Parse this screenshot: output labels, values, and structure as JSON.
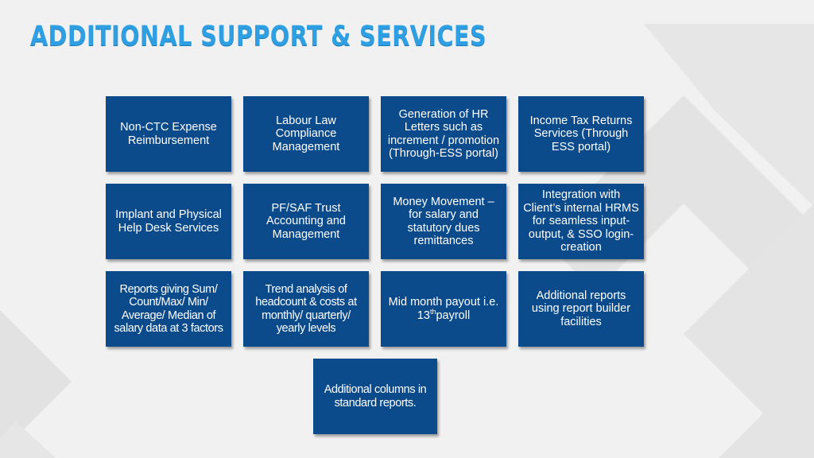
{
  "title": "ADDITIONAL SUPPORT & SERVICES",
  "colors": {
    "tile_bg": "#0b4a8b",
    "title": "#2f9fe3",
    "background": "#f1f1f1"
  },
  "tiles": [
    "Non-CTC Expense Reimbursement",
    "Labour Law Compliance Management",
    "Generation of HR Letters such as increment / promotion (Through-ESS portal)",
    "Income Tax Returns Services (Through ESS portal)",
    "Implant and Physical Help Desk Services",
    "PF/SAF Trust Accounting and Management",
    "Money Movement – for salary and statutory dues remittances",
    "Integration with Client’s internal HRMS for seamless input-output, & SSO login-creation",
    "Reports giving Sum/ Count/Max/ Min/ Average/ Median of salary data at 3 factors",
    "Trend analysis of headcount & costs at monthly/ quarterly/ yearly levels",
    {
      "prefix": "Mid month payout i.e. 13",
      "sup": "th",
      "suffix": "payroll"
    },
    "Additional reports using report builder facilities",
    "Additional columns in standard reports."
  ]
}
